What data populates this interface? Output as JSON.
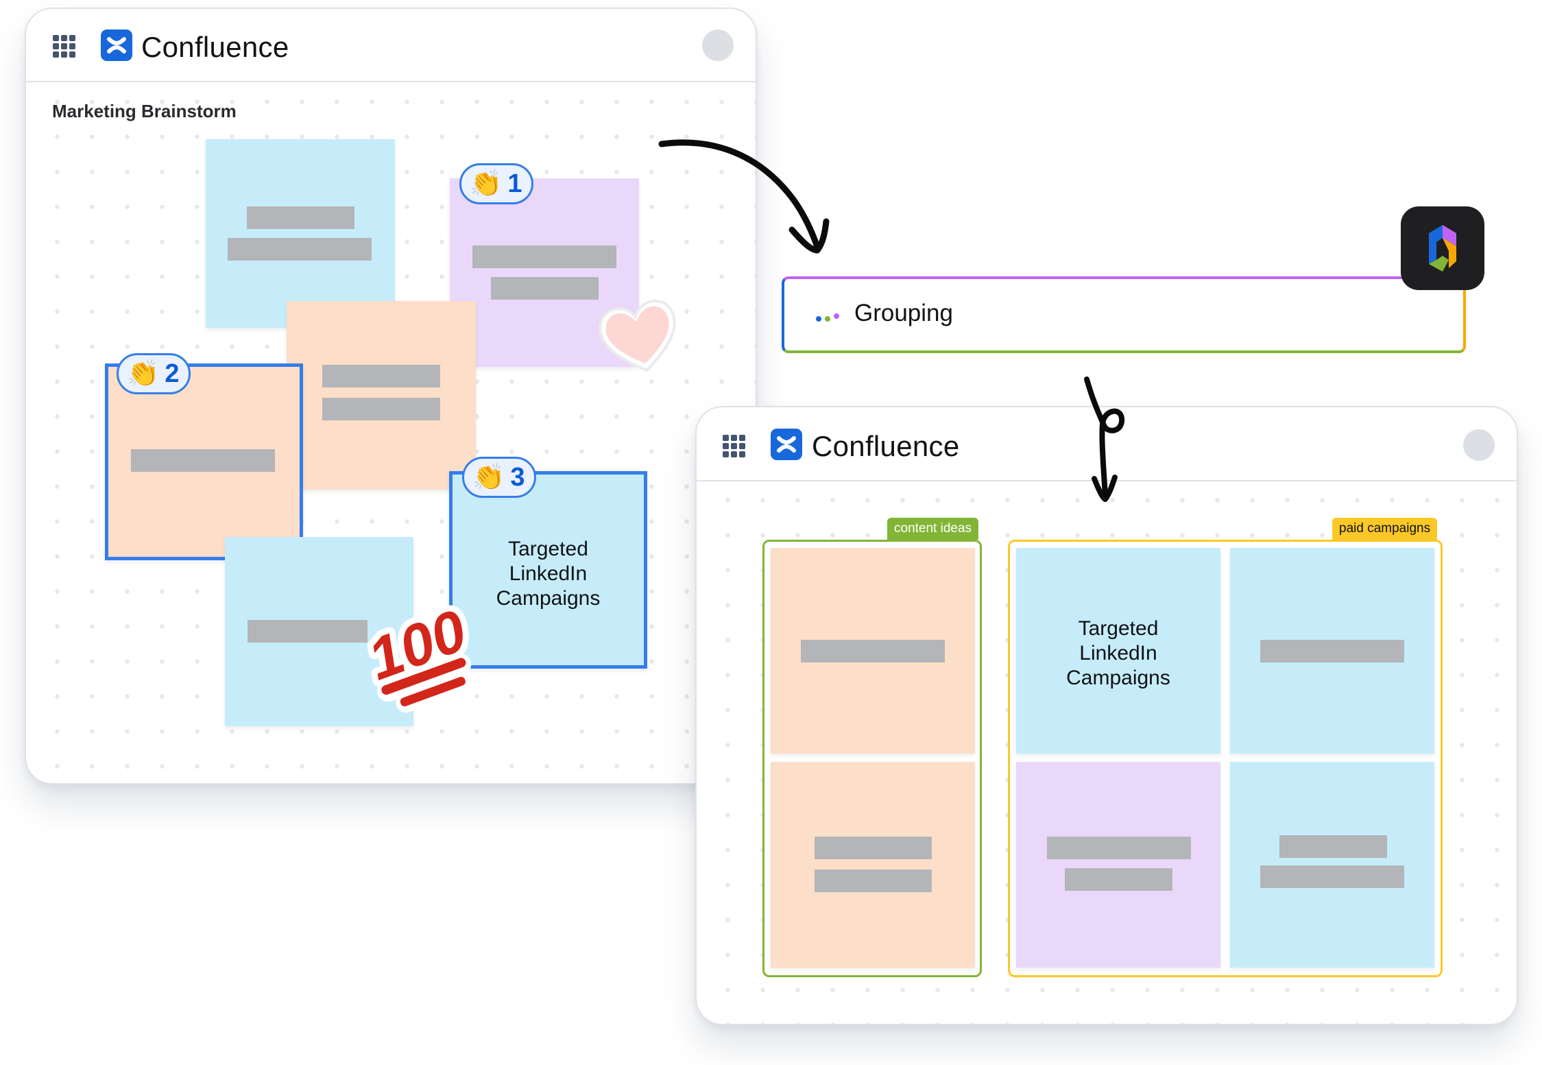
{
  "panel_before": {
    "app_name": "Confluence",
    "board_title": "Marketing Brainstorm",
    "icons": {
      "apps": "app-switcher-grid-icon",
      "logo": "confluence-logo-icon",
      "avatar": "user-avatar"
    },
    "notes": [
      {
        "color": "blue",
        "text": "",
        "lines": 2
      },
      {
        "color": "purple",
        "text": "",
        "lines": 2,
        "reaction": {
          "emoji": "👏",
          "count": "1"
        }
      },
      {
        "color": "peach",
        "text": "",
        "lines": 2
      },
      {
        "color": "peach",
        "text": "",
        "lines": 1,
        "selected": true,
        "reaction": {
          "emoji": "👏",
          "count": "2"
        }
      },
      {
        "color": "blue",
        "text": "",
        "lines": 1
      },
      {
        "color": "blue",
        "text": "Targeted LinkedIn Campaigns",
        "selected": true,
        "reaction": {
          "emoji": "👏",
          "count": "3"
        }
      }
    ],
    "stickers": [
      {
        "name": "heart-sticker",
        "glyph": "heart"
      },
      {
        "name": "hundred-points-sticker",
        "glyph": "100"
      }
    ]
  },
  "ai_action": {
    "label": "Grouping",
    "icon": "grouping-dots-icon",
    "app_icon": "atlassian-ai-app-icon",
    "colors": {
      "purple": "#bf63f3",
      "blue": "#1868db",
      "green": "#82b536",
      "orange": "#fca700"
    }
  },
  "panel_after": {
    "app_name": "Confluence",
    "groups": [
      {
        "tag": "content ideas",
        "color": "#82b536",
        "notes": [
          {
            "color": "peach",
            "text": "",
            "lines": 1
          },
          {
            "color": "peach",
            "text": "",
            "lines": 2
          }
        ]
      },
      {
        "tag": "paid campaigns",
        "color": "#fbc828",
        "notes": [
          {
            "color": "blue",
            "text": "Targeted LinkedIn Campaigns"
          },
          {
            "color": "blue",
            "text": "",
            "lines": 1
          },
          {
            "color": "purple",
            "text": "",
            "lines": 2
          },
          {
            "color": "blue",
            "text": "",
            "lines": 2
          }
        ]
      }
    ]
  },
  "note_text": {
    "targeted_line1": "Targeted",
    "targeted_line2": "LinkedIn",
    "targeted_line3": "Campaigns"
  }
}
